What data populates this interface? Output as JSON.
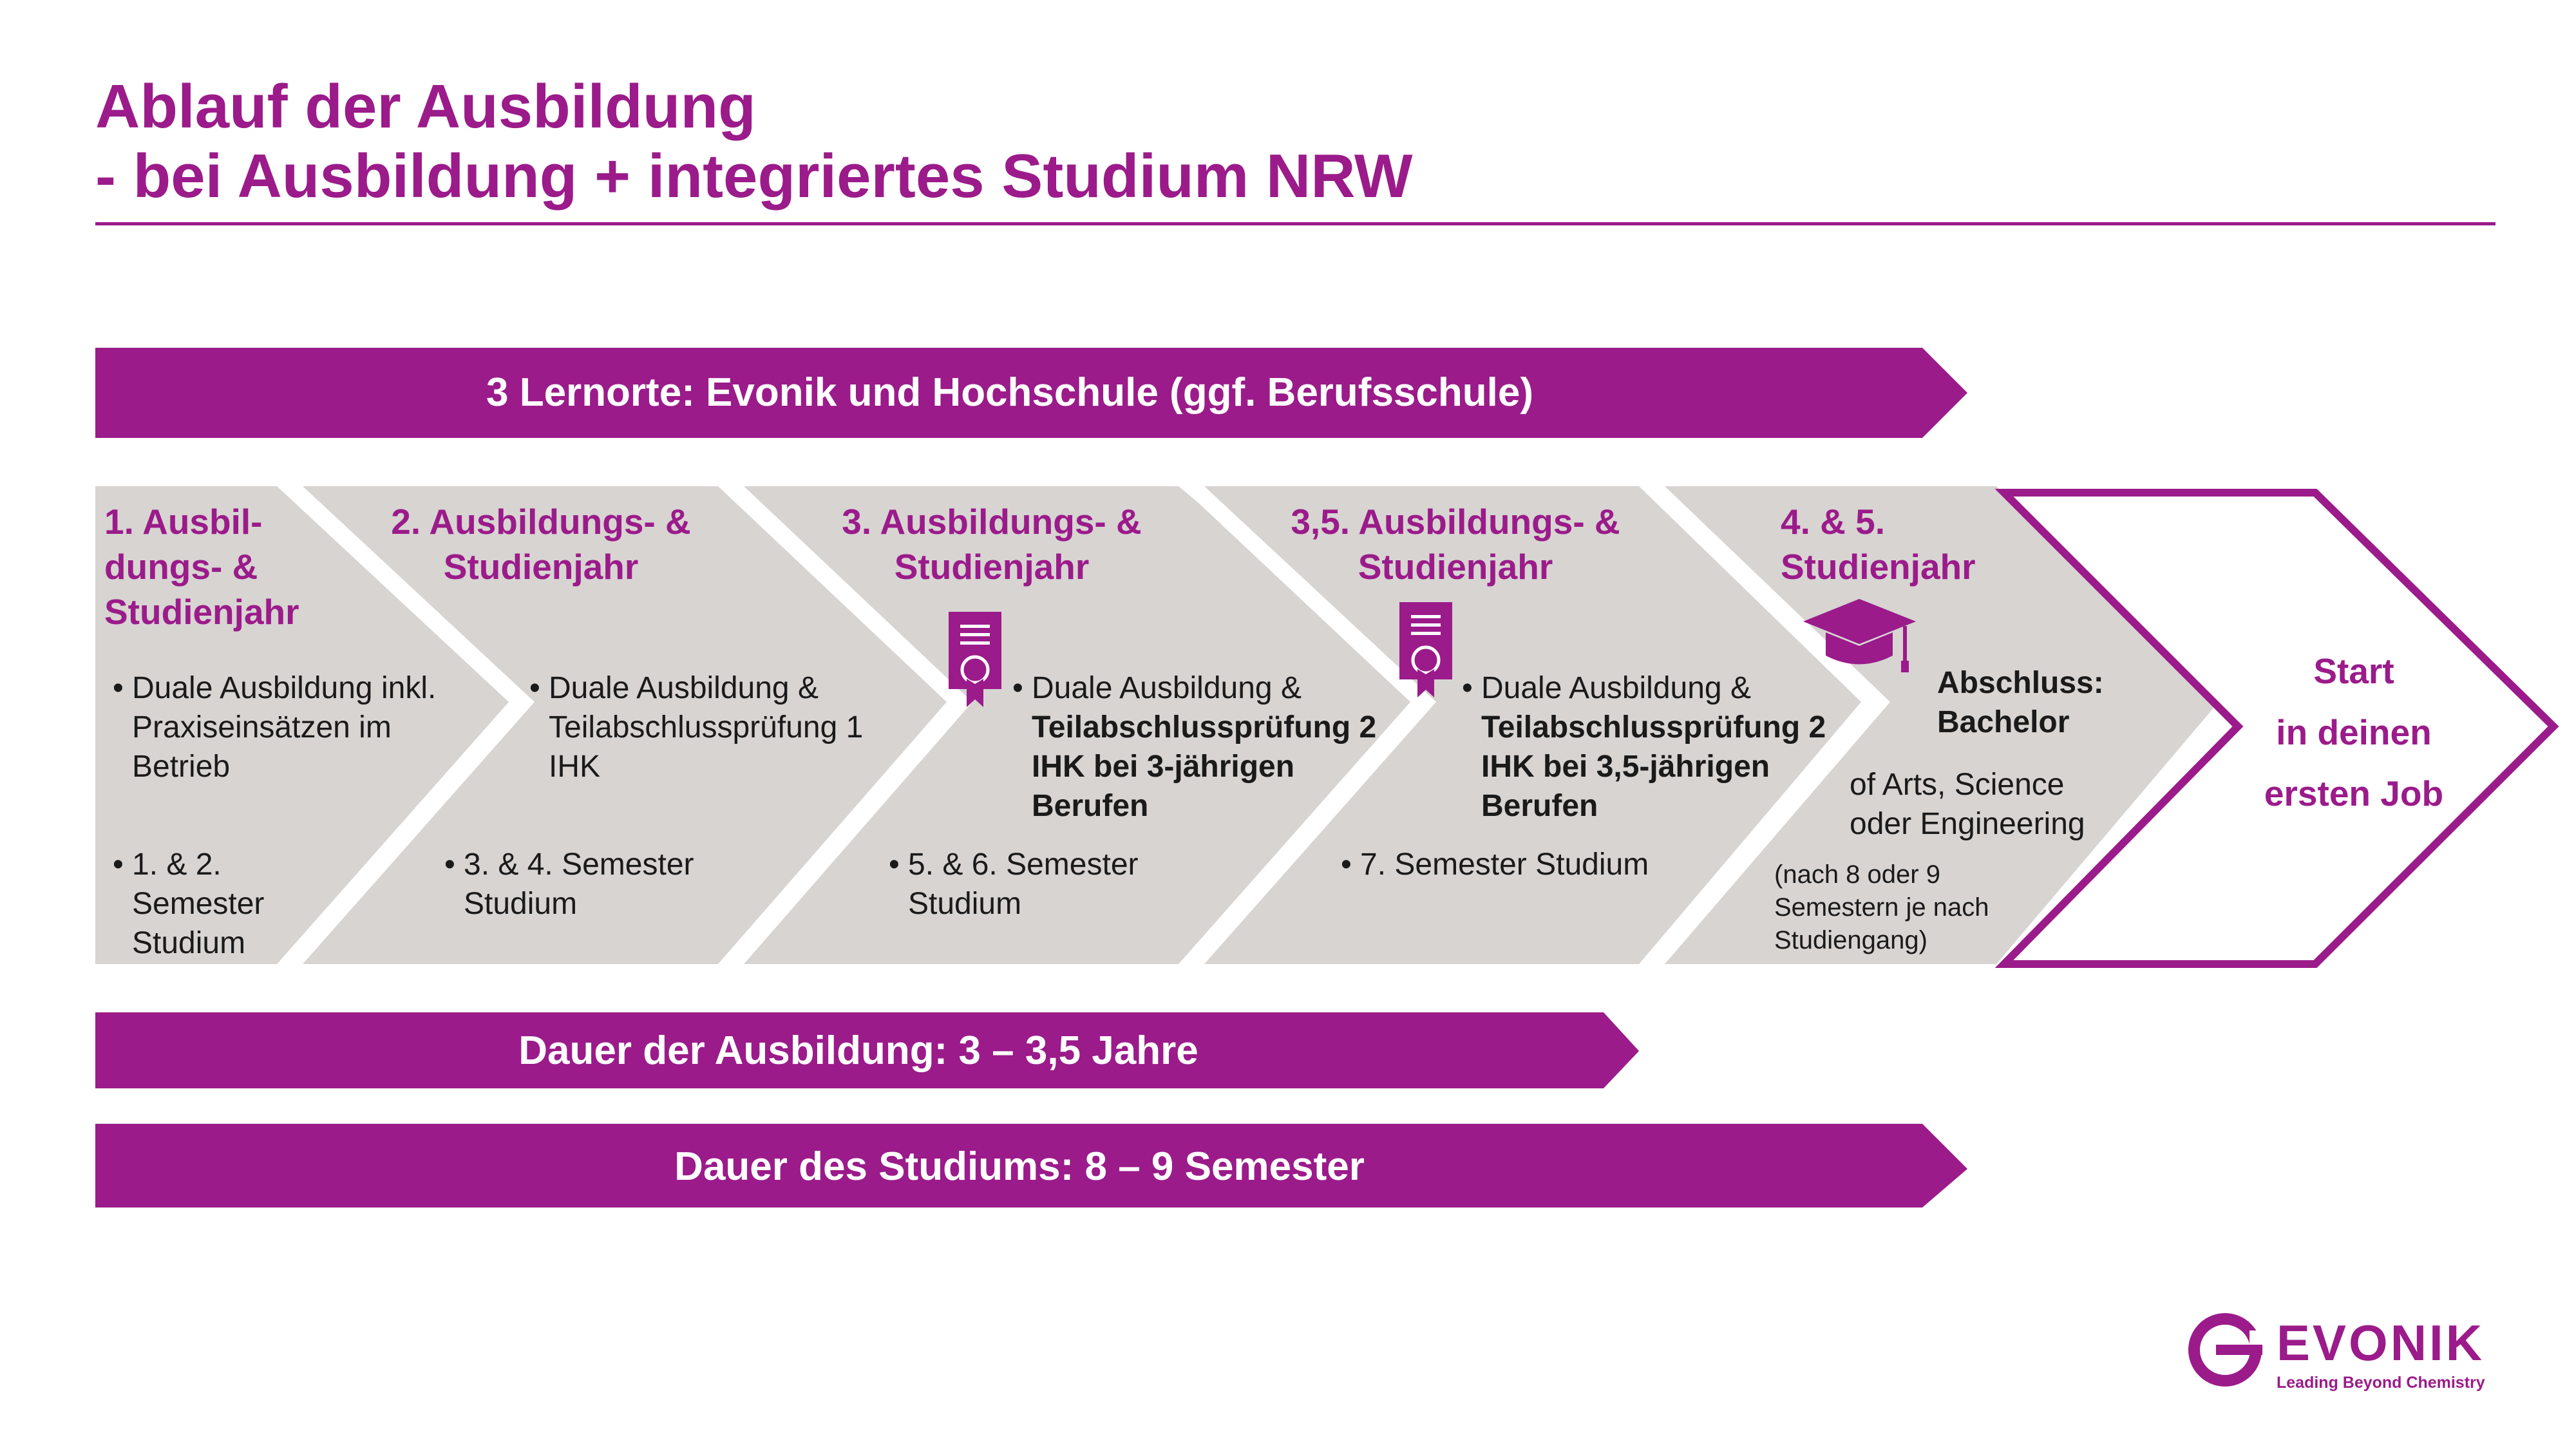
{
  "title": {
    "line1": "Ablauf der Ausbildung",
    "line2": "- bei Ausbildung + integriertes Studium NRW"
  },
  "top_bar": {
    "label": "3 Lernorte: Evonik und Hochschule (ggf. Berufsschule)"
  },
  "phases": [
    {
      "title_lines": [
        "1. Ausbil-",
        "dungs- &",
        "Studienjahr"
      ],
      "item1_lines": [
        "Duale Ausbildung inkl.",
        "Praxiseinsätzen im",
        "Betrieb"
      ],
      "item2_lines": [
        "1. & 2.",
        "Semester",
        "Studium"
      ]
    },
    {
      "title_lines": [
        "2. Ausbildungs- &",
        "Studienjahr"
      ],
      "item1_lines": [
        "Duale Ausbildung &",
        "Teilabschlussprüfung 1",
        "IHK"
      ],
      "item2_lines": [
        "3. & 4. Semester",
        "Studium"
      ]
    },
    {
      "title_lines": [
        "3. Ausbildungs- &",
        "Studienjahr"
      ],
      "item1_line1": "Duale Ausbildung &",
      "item1_bold_lines": [
        "Teilabschlussprüfung 2",
        "IHK bei 3-jährigen",
        "Berufen"
      ],
      "item2_lines": [
        "5. & 6. Semester",
        "Studium"
      ],
      "icon": "certificate-icon"
    },
    {
      "title_lines": [
        "3,5. Ausbildungs- &",
        "Studienjahr"
      ],
      "item1_line1": "Duale Ausbildung &",
      "item1_bold_lines": [
        "Teilabschlussprüfung 2",
        "IHK bei 3,5-jährigen",
        "Berufen"
      ],
      "item2_lines": [
        "7. Semester Studium"
      ],
      "icon": "certificate-icon"
    },
    {
      "title_lines": [
        "4. & 5.",
        "Studienjahr"
      ],
      "degree_bold_lines": [
        "Abschluss:",
        "Bachelor"
      ],
      "degree_lines": [
        "of Arts, Science",
        "oder Engineering"
      ],
      "note_lines": [
        "(nach 8 oder 9",
        "Semestern je nach",
        "Studiengang)"
      ],
      "icon": "graduation-cap-icon"
    }
  ],
  "final": {
    "lines": [
      "Start",
      "in deinen",
      "ersten Job"
    ]
  },
  "bottom_bars": [
    {
      "label": "Dauer der Ausbildung: 3 – 3,5 Jahre"
    },
    {
      "label": "Dauer des Studiums: 8 – 9 Semester"
    }
  ],
  "logo": {
    "wordmark": "EVONIK",
    "tagline": "Leading Beyond Chemistry"
  },
  "colors": {
    "brand": "#9b1b8a",
    "chevron_fill": "#d7d4d2",
    "text": "#1a1a1a"
  }
}
